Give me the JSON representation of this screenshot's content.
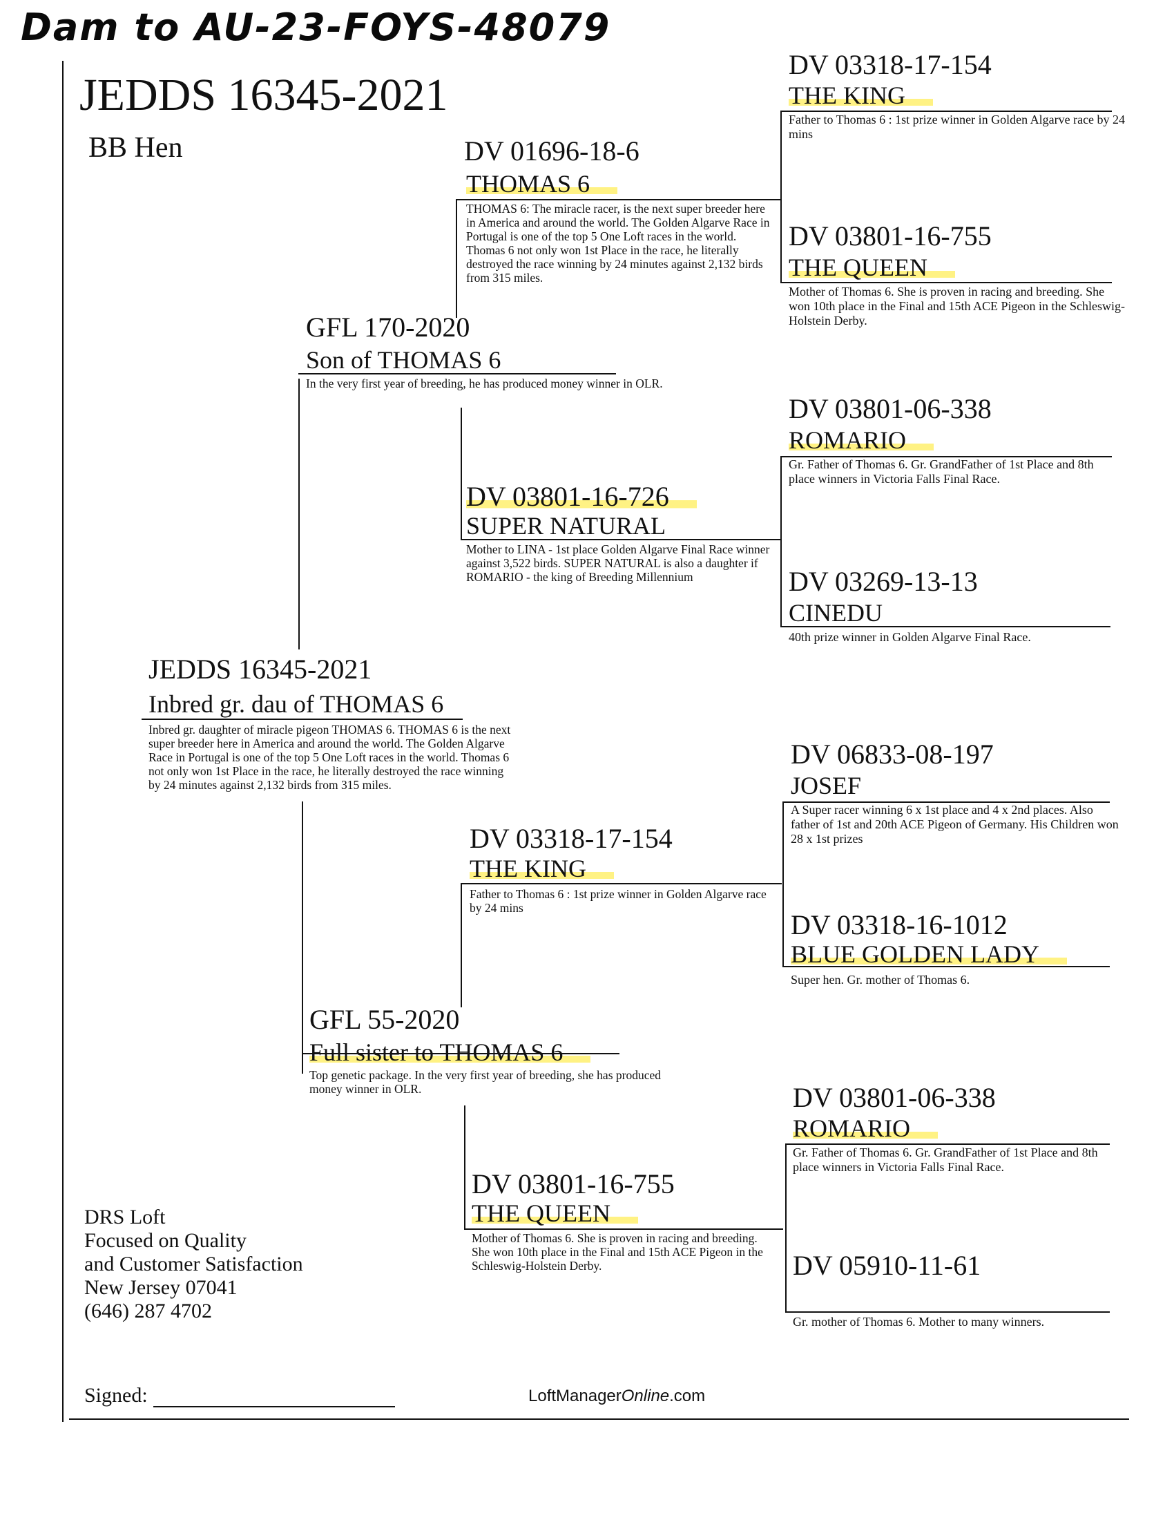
{
  "handwritten_note": "Dam to AU-23-FOYS-48079",
  "header": {
    "title": "JEDDS 16345-2021",
    "sex_color": "BB Hen"
  },
  "subject": {
    "id": "JEDDS 16345-2021",
    "name": "Inbred gr. dau of THOMAS 6",
    "desc": "Inbred gr. daughter of miracle pigeon THOMAS 6. THOMAS 6 is the next super breeder here in America and around the world. The Golden Algarve Race in Portugal is one of the top 5 One Loft races in the world. Thomas 6 not only won 1st Place in the race, he literally destroyed the race winning by 24 minutes against 2,132 birds from 315 miles."
  },
  "sire": {
    "id": "GFL 170-2020",
    "name": "Son of THOMAS 6",
    "desc": "In the very first year of breeding, he has produced money winner in OLR."
  },
  "dam": {
    "id": "GFL 55-2020",
    "name": "Full sister to THOMAS 6",
    "desc": "Top genetic package. In the very first year of breeding, she has produced money winner in OLR."
  },
  "ss": {
    "id": "DV 01696-18-6",
    "name": "THOMAS 6",
    "desc": "THOMAS 6: The miracle racer, is the next super breeder here in America and around the world. The Golden Algarve Race in Portugal is one of the top 5 One Loft races in the world. Thomas 6 not only won 1st Place in the race, he literally destroyed the race winning by 24 minutes against 2,132 birds from 315 miles."
  },
  "sd": {
    "id": "DV 03801-16-726",
    "name": "SUPER NATURAL",
    "desc": "Mother to LINA - 1st place Golden Algarve Final Race winner against 3,522 birds. SUPER NATURAL is also a daughter if ROMARIO - the king of Breeding Millennium"
  },
  "ds": {
    "id": "DV 03318-17-154",
    "name": "THE KING",
    "desc": "Father to Thomas 6 : 1st prize winner in Golden Algarve race by 24 mins"
  },
  "dd": {
    "id": "DV 03801-16-755",
    "name": "THE QUEEN",
    "desc": "Mother of Thomas 6. She is proven in racing and breeding. She won 10th place in the Final and 15th ACE Pigeon in the Schleswig-Holstein Derby."
  },
  "sss": {
    "id": "DV 03318-17-154",
    "name": "THE KING",
    "desc": "Father to Thomas 6 : 1st prize winner in Golden Algarve race by 24 mins"
  },
  "ssd": {
    "id": "DV 03801-16-755",
    "name": "THE QUEEN",
    "desc": "Mother of Thomas 6. She is proven in racing and breeding. She won 10th place in the Final and 15th ACE Pigeon in the Schleswig-Holstein Derby."
  },
  "sds": {
    "id": "DV 03801-06-338",
    "name": "ROMARIO",
    "desc": "Gr. Father of Thomas 6. Gr. GrandFather of 1st Place and 8th place winners in Victoria Falls Final Race."
  },
  "sdd": {
    "id": "DV 03269-13-13",
    "name": "CINEDU",
    "desc": "40th prize winner in Golden Algarve Final Race."
  },
  "dss": {
    "id": "DV 06833-08-197",
    "name": "JOSEF",
    "desc": "A Super racer winning 6 x 1st place and 4 x 2nd places. Also father of 1st and 20th ACE Pigeon of Germany. His Children won 28 x 1st prizes"
  },
  "dsd": {
    "id": "DV 03318-16-1012",
    "name": "BLUE GOLDEN LADY",
    "desc": "Super hen. Gr. mother of Thomas 6."
  },
  "dds": {
    "id": "DV 03801-06-338",
    "name": "ROMARIO",
    "desc": "Gr. Father of Thomas 6. Gr. GrandFather of 1st Place and 8th place winners in Victoria Falls Final Race."
  },
  "ddd": {
    "id": "DV 05910-11-61",
    "name": "",
    "desc": "Gr. mother of Thomas 6. Mother to many winners."
  },
  "breeder": {
    "name": "DRS Loft",
    "tagline1": "Focused on Quality",
    "tagline2": "and Customer Satisfaction",
    "location": "New Jersey 07041",
    "phone": "(646) 287 4702"
  },
  "footer": {
    "signed_label": "Signed:",
    "site_prefix": "LoftManager",
    "site_italic": "Online",
    "site_suffix": ".com"
  }
}
